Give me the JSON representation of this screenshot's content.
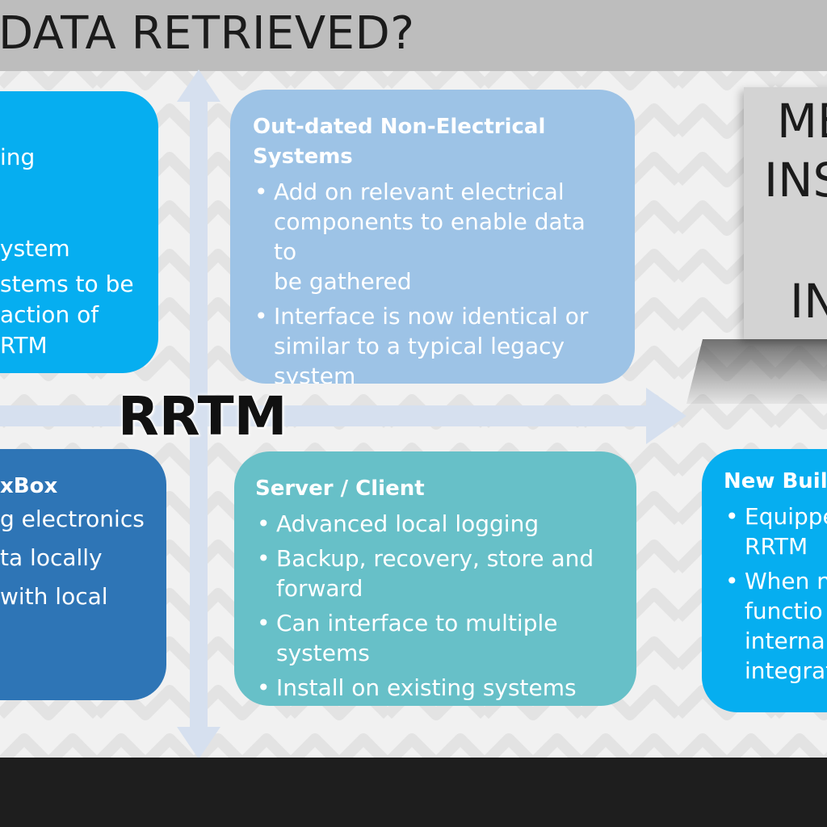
{
  "title": "DATA RETRIEVED?",
  "center_label": "RRTM",
  "box_top_left": {
    "lines": [
      "ing",
      "ystem",
      "stems to be",
      "action of",
      "RTM"
    ]
  },
  "box_top_middle": {
    "heading": [
      "Out-dated Non-Electrical",
      "Systems"
    ],
    "bullets": [
      [
        "Add on relevant electrical",
        "components to enable data to",
        "be gathered"
      ],
      [
        "Interface is now identical or",
        "similar to a typical legacy",
        "system"
      ]
    ]
  },
  "box_bottom_left": {
    "heading": "xBox",
    "lines": [
      "g electronics",
      "ta locally",
      "with local"
    ]
  },
  "box_bottom_middle": {
    "heading": "Server / Client",
    "bullets": [
      [
        "Advanced local logging"
      ],
      [
        "Backup, recovery, store and",
        "forward"
      ],
      [
        "Can interface to multiple",
        "systems"
      ],
      [
        "Install on existing systems"
      ]
    ]
  },
  "box_bottom_right": {
    "heading": "New Buil",
    "bullets": [
      [
        "Equippe",
        "RRTM"
      ],
      [
        "When n",
        "functio",
        "internal",
        "integrat"
      ]
    ]
  },
  "gray_card": {
    "lines": [
      "ME",
      "INS",
      "IN"
    ]
  },
  "bullet_char": "•",
  "colors": {
    "title_bar": "#bdbdbd",
    "bright_blue": "#06aef0",
    "light_blue": "#9dc3e6",
    "dark_blue": "#2e75b6",
    "teal": "#67c0c8",
    "axis": "#d6e0ef"
  }
}
